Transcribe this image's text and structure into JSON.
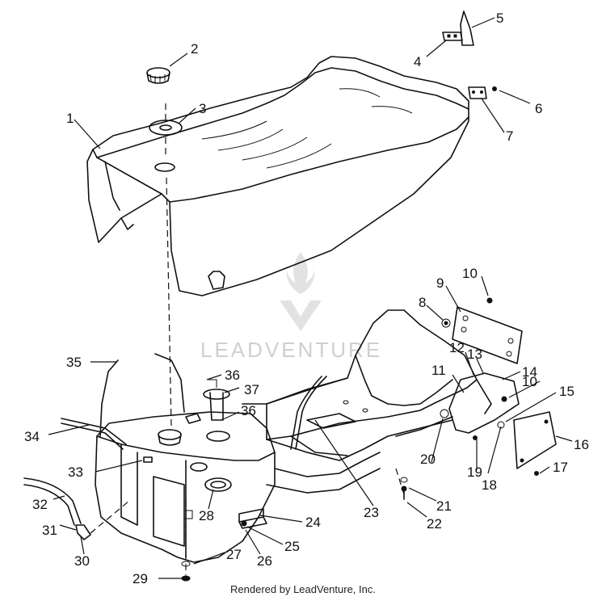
{
  "watermark": "LEADVENTURE",
  "credit": "Rendered by LeadVenture, Inc.",
  "callouts": [
    "1",
    "2",
    "3",
    "4",
    "5",
    "6",
    "7",
    "8",
    "9",
    "10",
    "10",
    "11",
    "12",
    "13",
    "14",
    "15",
    "16",
    "17",
    "18",
    "19",
    "20",
    "21",
    "22",
    "23",
    "24",
    "25",
    "26",
    "27",
    "28",
    "29",
    "30",
    "31",
    "32",
    "33",
    "34",
    "35",
    "36",
    "36",
    "37"
  ]
}
